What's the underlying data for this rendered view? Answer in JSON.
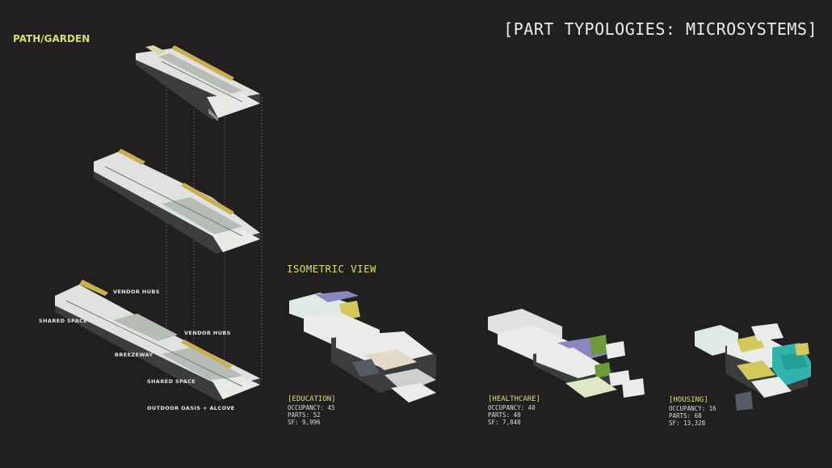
{
  "title": "[PART TYPOLOGIES: MICROSYSTEMS]",
  "path_label": "PATH/GARDEN",
  "isometric_label": "ISOMETRIC VIEW",
  "callouts": {
    "vendor_hubs_1": "VENDOR HUBS",
    "shared_space_1": "SHARED SPACE",
    "vendor_hubs_2": "VENDOR HUBS",
    "breezeway": "BREEZEWAY",
    "shared_space_2": "SHARED SPACE",
    "outdoor_oasis": "OUTDOOR OASIS + ALCOVE"
  },
  "typologies": [
    {
      "name": "[EDUCATION]",
      "occupancy": "OCCUPANCY: 45",
      "parts": "PARTS: 52",
      "sf": "SF: 9,996"
    },
    {
      "name": "[HEALTHCARE]",
      "occupancy": "OCCUPANCY: 40",
      "parts": "PARTS: 40",
      "sf": "SF: 7,840"
    },
    {
      "name": "[HOUSING]",
      "occupancy": "OCCUPANCY: 16",
      "parts": "PARTS: 68",
      "sf": "SF: 13,328"
    }
  ],
  "colors": {
    "background": "#211f1f",
    "accent": "#d8e06a",
    "block": "#e9ece8",
    "yellow": "#d2c95a",
    "green": "#6f9a3a",
    "teal": "#2fb3ac",
    "purple": "#8a86c4"
  }
}
